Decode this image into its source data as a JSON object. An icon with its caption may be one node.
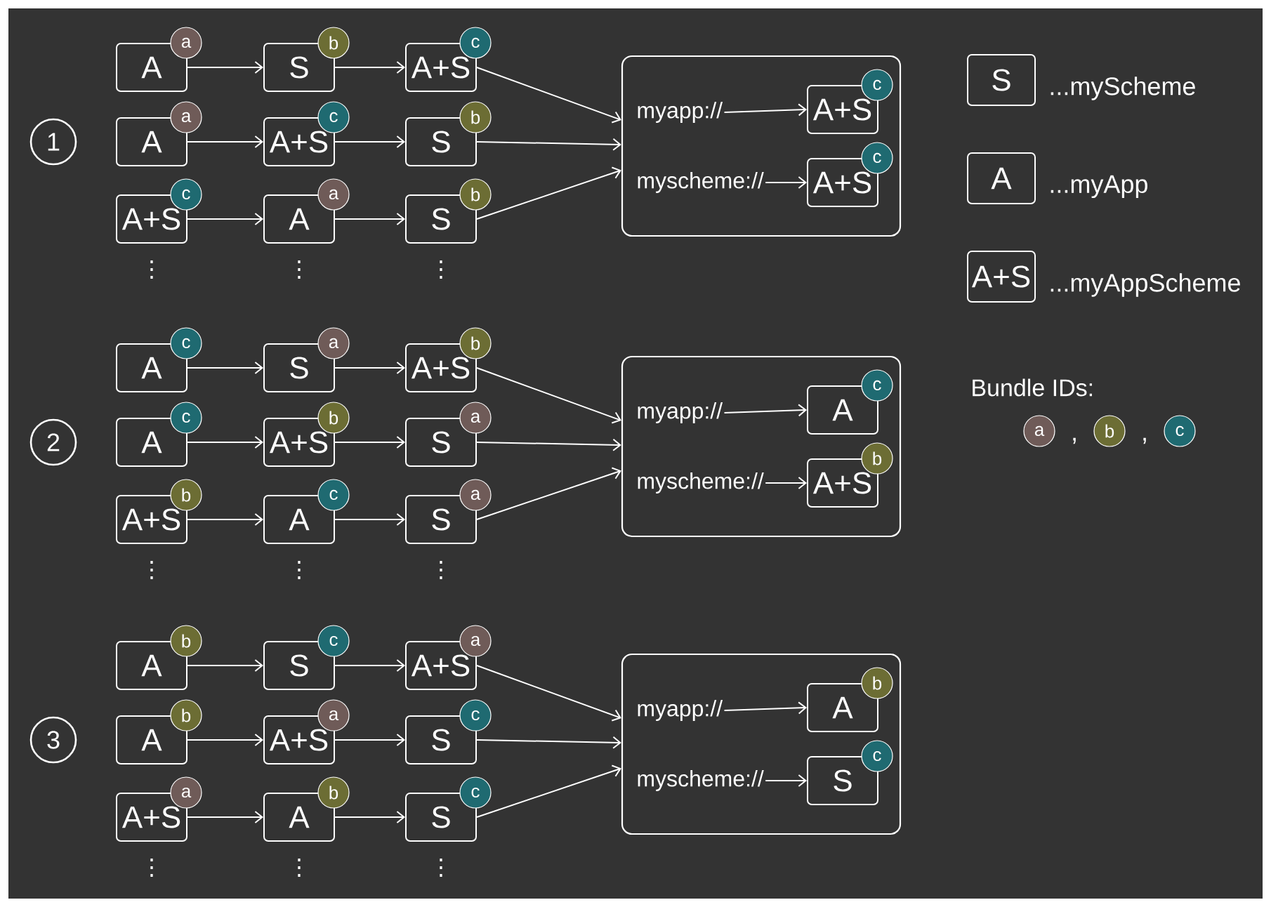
{
  "diagram": {
    "nodes": [
      {
        "text": [
          "1"
        ]
      },
      {
        "text": [
          "A"
        ],
        "beside": [
          "a"
        ]
      },
      {
        "text": [
          "S"
        ],
        "beside": [
          "b"
        ]
      },
      {
        "text": [
          "A+S"
        ],
        "beside": [
          "c"
        ]
      },
      {
        "text": [
          "A"
        ],
        "beside": [
          "a"
        ]
      },
      {
        "text": [
          "A+S"
        ],
        "beside": [
          "c"
        ]
      },
      {
        "text": [
          "S"
        ],
        "beside": [
          "b"
        ]
      },
      {
        "text": [
          "A+S"
        ],
        "beside": [
          "c"
        ]
      },
      {
        "text": [
          "A"
        ],
        "beside": [
          "a"
        ]
      },
      {
        "text": [
          "S"
        ],
        "beside": [
          "b"
        ]
      },
      {
        "text": [],
        "shape": "box"
      },
      {
        "text": [
          "myapp://"
        ],
        "in": 10
      },
      {
        "text": [
          "A+S"
        ],
        "beside": [
          "c"
        ],
        "in": 10
      },
      {
        "text": [
          "myscheme://"
        ],
        "in": 10
      },
      {
        "text": [
          "A+S"
        ],
        "beside": [
          "c"
        ],
        "in": 10
      },
      {
        "text": [
          "2"
        ]
      },
      {
        "text": [
          "A"
        ],
        "beside": [
          "c"
        ]
      },
      {
        "text": [
          "S"
        ],
        "beside": [
          "a"
        ]
      },
      {
        "text": [
          "A+S"
        ],
        "beside": [
          "b"
        ]
      },
      {
        "text": [
          "A"
        ],
        "beside": [
          "c"
        ]
      },
      {
        "text": [
          "A+S"
        ],
        "beside": [
          "b"
        ]
      },
      {
        "text": [
          "S"
        ],
        "beside": [
          "a"
        ]
      },
      {
        "text": [
          "A+S"
        ],
        "beside": [
          "b"
        ]
      },
      {
        "text": [
          "A"
        ],
        "beside": [
          "c"
        ]
      },
      {
        "text": [
          "S"
        ],
        "beside": [
          "a"
        ]
      },
      {
        "text": [],
        "shape": "box"
      },
      {
        "text": [
          "myapp://"
        ],
        "in": 25
      },
      {
        "text": [
          "A"
        ],
        "beside": [
          "c"
        ],
        "in": 25
      },
      {
        "text": [
          "myscheme://"
        ],
        "in": 25
      },
      {
        "text": [
          "A+S"
        ],
        "beside": [
          "b"
        ],
        "in": 25
      },
      {
        "text": [
          "3"
        ]
      },
      {
        "text": [
          "A"
        ],
        "beside": [
          "b"
        ]
      },
      {
        "text": [
          "S"
        ],
        "beside": [
          "c"
        ]
      },
      {
        "text": [
          "A+S"
        ],
        "beside": [
          "a"
        ]
      },
      {
        "text": [
          "A"
        ],
        "beside": [
          "b"
        ]
      },
      {
        "text": [
          "A+S"
        ],
        "beside": [
          "a"
        ]
      },
      {
        "text": [
          "S"
        ],
        "beside": [
          "c"
        ]
      },
      {
        "text": [
          "A+S"
        ],
        "beside": [
          "a"
        ]
      },
      {
        "text": [
          "A"
        ],
        "beside": [
          "b"
        ]
      },
      {
        "text": [
          "S"
        ],
        "beside": [
          "c"
        ]
      },
      {
        "text": [],
        "shape": "box"
      },
      {
        "text": [
          "myapp://"
        ],
        "in": 40
      },
      {
        "text": [
          "A"
        ],
        "beside": [
          "b"
        ],
        "in": 40
      },
      {
        "text": [
          "myscheme://"
        ],
        "in": 40
      },
      {
        "text": [
          "S"
        ],
        "beside": [
          "c"
        ],
        "in": 40
      },
      {
        "text": [
          "S"
        ],
        "beside": [
          "...myScheme"
        ]
      },
      {
        "text": [
          "A"
        ],
        "beside": [
          "...myApp"
        ]
      },
      {
        "text": [
          "A+S"
        ],
        "beside": [
          "...myAppScheme"
        ]
      }
    ],
    "edges": [
      {
        "from": 1,
        "to": 2,
        "arrow": "to"
      },
      {
        "from": 2,
        "to": 3,
        "arrow": "to"
      },
      {
        "from": 4,
        "to": 5,
        "arrow": "to"
      },
      {
        "from": 5,
        "to": 6,
        "arrow": "to"
      },
      {
        "from": 7,
        "to": 8,
        "arrow": "to"
      },
      {
        "from": 8,
        "to": 9,
        "arrow": "to"
      },
      {
        "from": 3,
        "to": 10,
        "arrow": "to"
      },
      {
        "from": 6,
        "to": 10,
        "arrow": "to"
      },
      {
        "from": 9,
        "to": 10,
        "arrow": "to"
      },
      {
        "from": 11,
        "to": 12,
        "arrow": "to"
      },
      {
        "from": 13,
        "to": 14,
        "arrow": "to"
      },
      {
        "from": 16,
        "to": 17,
        "arrow": "to"
      },
      {
        "from": 17,
        "to": 18,
        "arrow": "to"
      },
      {
        "from": 19,
        "to": 20,
        "arrow": "to"
      },
      {
        "from": 20,
        "to": 21,
        "arrow": "to"
      },
      {
        "from": 22,
        "to": 23,
        "arrow": "to"
      },
      {
        "from": 23,
        "to": 24,
        "arrow": "to"
      },
      {
        "from": 18,
        "to": 25,
        "arrow": "to"
      },
      {
        "from": 21,
        "to": 25,
        "arrow": "to"
      },
      {
        "from": 24,
        "to": 25,
        "arrow": "to"
      },
      {
        "from": 26,
        "to": 27,
        "arrow": "to"
      },
      {
        "from": 28,
        "to": 29,
        "arrow": "to"
      },
      {
        "from": 31,
        "to": 32,
        "arrow": "to"
      },
      {
        "from": 32,
        "to": 33,
        "arrow": "to"
      },
      {
        "from": 34,
        "to": 35,
        "arrow": "to"
      },
      {
        "from": 35,
        "to": 36,
        "arrow": "to"
      },
      {
        "from": 37,
        "to": 38,
        "arrow": "to"
      },
      {
        "from": 38,
        "to": 39,
        "arrow": "to"
      },
      {
        "from": 33,
        "to": 40,
        "arrow": "to"
      },
      {
        "from": 36,
        "to": 40,
        "arrow": "to"
      },
      {
        "from": 39,
        "to": 40,
        "arrow": "to"
      },
      {
        "from": 41,
        "to": 42,
        "arrow": "to"
      },
      {
        "from": 43,
        "to": 44,
        "arrow": "to"
      }
    ],
    "labels": [
      "⋮",
      "⋮",
      "⋮",
      "⋮",
      "⋮",
      "⋮",
      "⋮",
      "⋮",
      "⋮",
      "Bundle IDs:",
      ",",
      ","
    ],
    "legend": [
      {
        "text": "a",
        "color": "#6f5b58"
      },
      {
        "text": "b",
        "color": "#6c6d34"
      },
      {
        "text": "c",
        "color": "#1f6a71"
      }
    ]
  }
}
